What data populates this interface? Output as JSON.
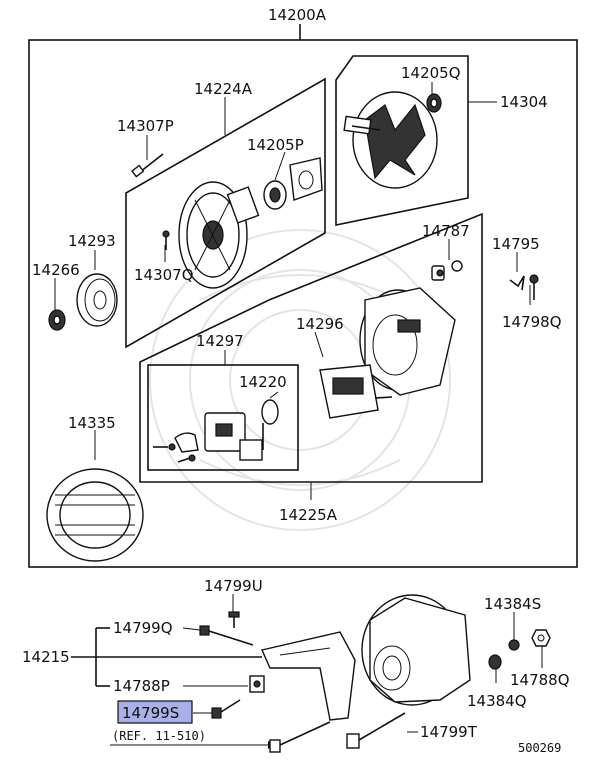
{
  "labels": {
    "p14200A": "14200A",
    "p14224A": "14224A",
    "p14307P": "14307P",
    "p14205P": "14205P",
    "p14205Q": "14205Q",
    "p14304": "14304",
    "p14293": "14293",
    "p14266": "14266",
    "p14307Q": "14307Q",
    "p14787": "14787",
    "p14795": "14795",
    "p14798Q": "14798Q",
    "p14296": "14296",
    "p14297": "14297",
    "p14220": "14220",
    "p14335": "14335",
    "p14225A": "14225A",
    "p14799U": "14799U",
    "p14799Q": "14799Q",
    "p14215": "14215",
    "p14788P": "14788P",
    "p14799S": "14799S",
    "p14384S": "14384S",
    "p14788Q": "14788Q",
    "p14384Q": "14384Q",
    "p14799T": "14799T",
    "ref": "(REF. 11-510)",
    "diagramNumber": "500269"
  },
  "colors": {
    "highlight": "#aab0e8",
    "line": "#111111"
  }
}
